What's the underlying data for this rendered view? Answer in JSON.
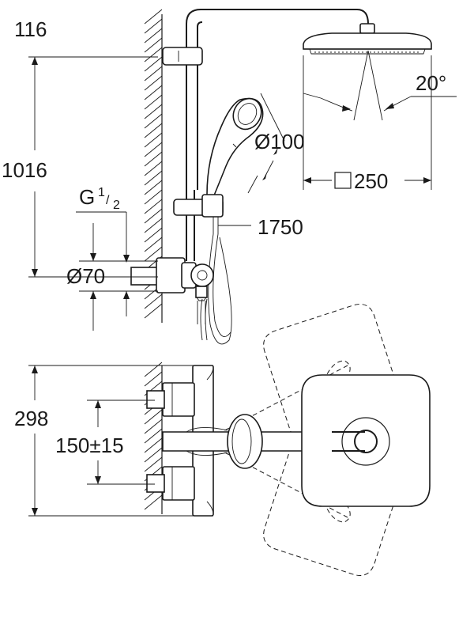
{
  "dimensions": {
    "top_offset": "116",
    "total_height": "1016",
    "thread_base": "G",
    "thread_num": "1",
    "thread_den": "2",
    "inlet_diameter": "Ø70",
    "hand_shower_diameter": "Ø100",
    "hand_shower_hose": "1750",
    "head_shower_size": "250",
    "head_shower_angle": "20°",
    "plan_depth": "298",
    "inlet_spacing": "150±15"
  },
  "symbols": {
    "square_marker": "square-outline"
  },
  "colors": {
    "line": "#1a1a1a",
    "background": "#ffffff"
  }
}
